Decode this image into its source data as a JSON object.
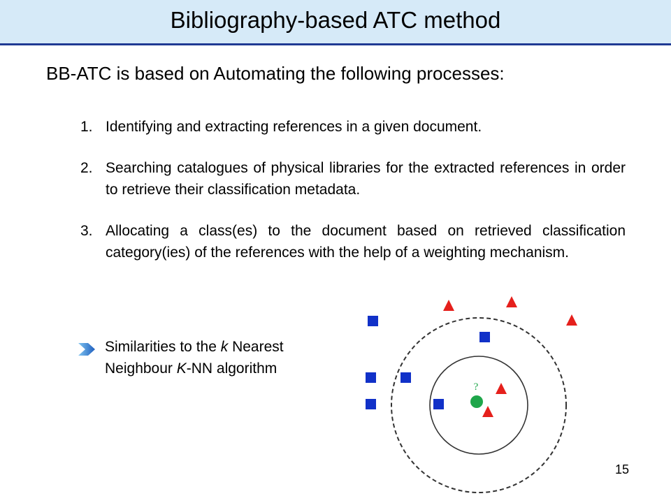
{
  "slide": {
    "title": "Bibliography-based ATC method",
    "intro": "BB-ATC is based on Automating the following processes:",
    "items": [
      {
        "num": "1.",
        "text": "Identifying and extracting references in a given document."
      },
      {
        "num": "2.",
        "text": "Searching catalogues of physical libraries for the extracted references in order to retrieve their classification metadata."
      },
      {
        "num": "3.",
        "text": "Allocating a class(es) to the document based on retrieved classification category(ies) of the references with the help of a weighting mechanism."
      }
    ],
    "bullet": {
      "part1": "Similarities to the ",
      "k": "k",
      "part2": " Nearest Neighbour ",
      "K": "K",
      "part3": "-NN algorithm",
      "icon": "arrow-bullet-icon"
    },
    "diagram": {
      "query_label": "?",
      "colors": {
        "square": "#1131c8",
        "triangle": "#e5201c",
        "query": "#1fa64a",
        "circle": "#333333"
      }
    },
    "page_number": "15"
  }
}
